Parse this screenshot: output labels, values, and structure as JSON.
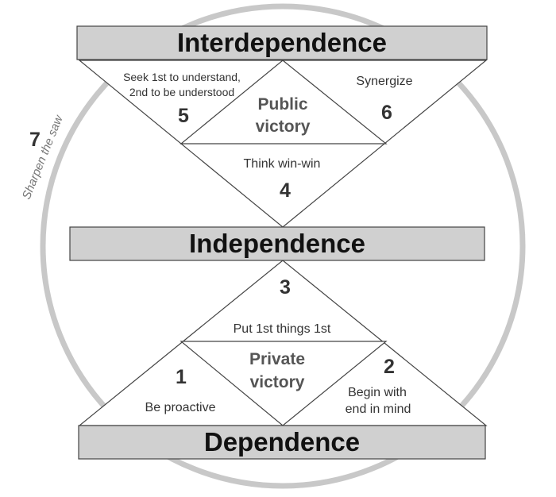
{
  "levels": {
    "interdependence": "Interdependence",
    "independence": "Independence",
    "dependence": "Dependence"
  },
  "habits": {
    "h1": {
      "number": "1",
      "label": "Be proactive"
    },
    "h2": {
      "number": "2",
      "label_line1": "Begin with",
      "label_line2": "end in mind"
    },
    "h3": {
      "number": "3",
      "label": "Put 1st things 1st"
    },
    "h4": {
      "number": "4",
      "label": "Think win-win"
    },
    "h5": {
      "number": "5",
      "label_line1": "Seek 1st to understand,",
      "label_line2": "2nd to be understood"
    },
    "h6": {
      "number": "6",
      "label": "Synergize"
    },
    "h7": {
      "number": "7",
      "label": "Sharpen the saw"
    }
  },
  "victories": {
    "public_line1": "Public",
    "public_line2": "victory",
    "private_line1": "Private",
    "private_line2": "victory"
  },
  "colors": {
    "circle": "#c8c8c8",
    "bar_fill": "#d0d0d0",
    "outline": "#444444"
  }
}
